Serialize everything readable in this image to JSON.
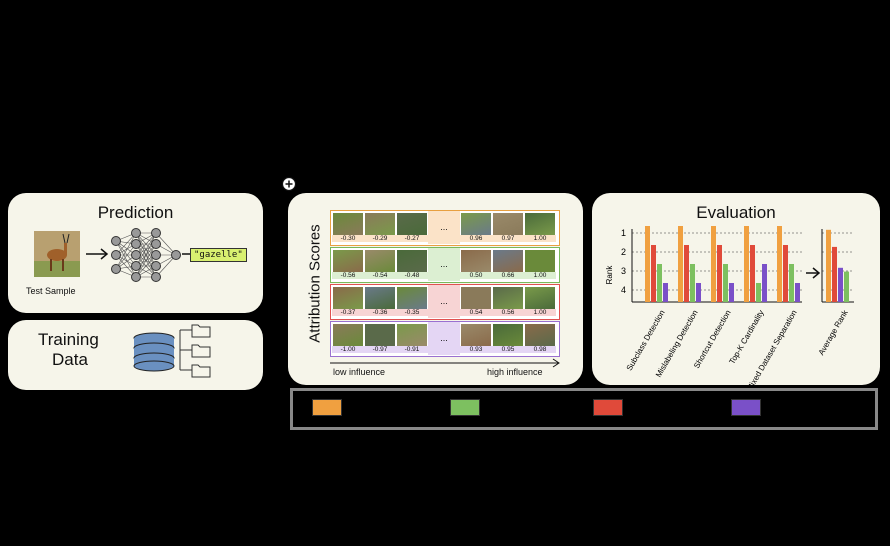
{
  "prediction": {
    "title": "Prediction",
    "test_sample_label": "Test Sample",
    "output_label": "\"gazelle\""
  },
  "training": {
    "title_line1": "Training",
    "title_line2": "Data"
  },
  "attribution": {
    "vertical_title": "Attribution Scores",
    "axis_low": "low influence",
    "axis_high": "high influence",
    "ellipsis": "...",
    "rows": [
      {
        "color": "#e8a040",
        "fill": "#fbe3c8",
        "scores": [
          "-0.30",
          "-0.29",
          "-0.27",
          "0.96",
          "0.97",
          "1.00"
        ]
      },
      {
        "color": "#7ab85a",
        "fill": "#dcefd2",
        "scores": [
          "-0.56",
          "-0.54",
          "-0.48",
          "0.50",
          "0.66",
          "1.00"
        ]
      },
      {
        "color": "#e05050",
        "fill": "#f7d4d4",
        "scores": [
          "-0.37",
          "-0.36",
          "-0.35",
          "0.54",
          "0.56",
          "1.00"
        ]
      },
      {
        "color": "#9a70d0",
        "fill": "#e4d6f4",
        "scores": [
          "-1.00",
          "-0.97",
          "-0.91",
          "0.93",
          "0.95",
          "0.98"
        ]
      }
    ]
  },
  "evaluation": {
    "title": "Evaluation",
    "ylabel": "Rank",
    "yticks": [
      "1",
      "2",
      "3",
      "4"
    ],
    "tasks": [
      "Subclass Detection",
      "Mislabeling Detection",
      "Shortcut Detection",
      "Top-K Cardinality",
      "Mixed Dataset Separation"
    ],
    "ranks": [
      [
        1,
        2,
        3,
        4
      ],
      [
        1,
        2,
        3,
        4
      ],
      [
        1,
        2,
        3,
        4
      ],
      [
        1,
        2,
        4,
        3
      ],
      [
        1,
        2,
        3,
        4
      ]
    ],
    "average_label": "Average Rank",
    "average_ranks": [
      1.2,
      2.1,
      3.2,
      3.4
    ],
    "series_colors": [
      "#f0a040",
      "#e04a3a",
      "#7dc060",
      "#7a50c8"
    ],
    "avg_colors": [
      "#f0a040",
      "#e04a3a",
      "#7a50c8",
      "#7dc060"
    ]
  },
  "legend": {
    "colors": [
      "#f0a040",
      "#7dc060",
      "#e04a3a",
      "#7a50c8"
    ]
  }
}
